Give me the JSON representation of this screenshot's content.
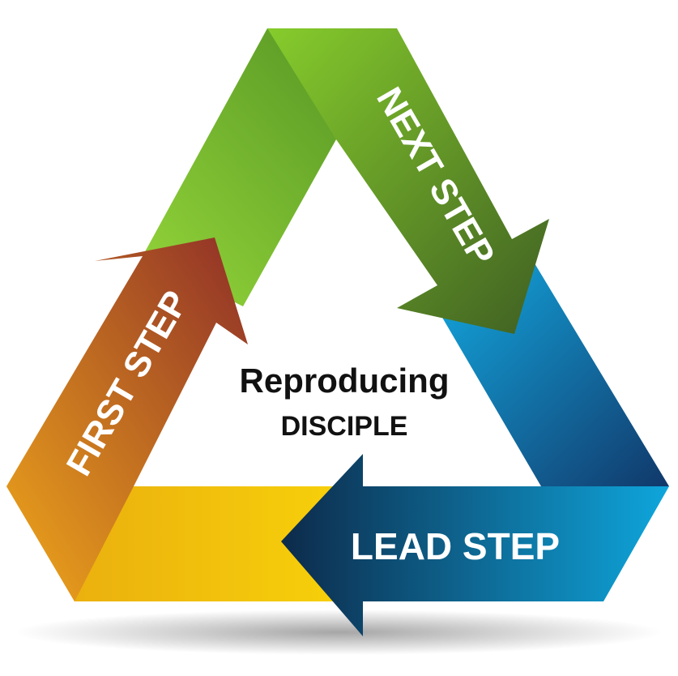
{
  "diagram": {
    "center": {
      "title": "Reproducing",
      "subtitle": "DISCIPLE"
    },
    "steps": [
      {
        "label": "FIRST STEP",
        "color_start": "#f0a81a",
        "color_end": "#8f2f28"
      },
      {
        "label": "NEXT STEP",
        "color_start": "#86cc2c",
        "color_end": "#3f5f22"
      },
      {
        "label": "LEAD STEP",
        "color_start": "#0ea6dc",
        "color_end": "#0d2a4a"
      }
    ],
    "colors": {
      "yellow_band_start": "#f7d10a",
      "yellow_band_end": "#e8a80f",
      "green_band_start": "#95d63a",
      "green_band_end": "#4f8f22",
      "blue_band_start": "#13a8df",
      "blue_band_end": "#11386a"
    }
  }
}
